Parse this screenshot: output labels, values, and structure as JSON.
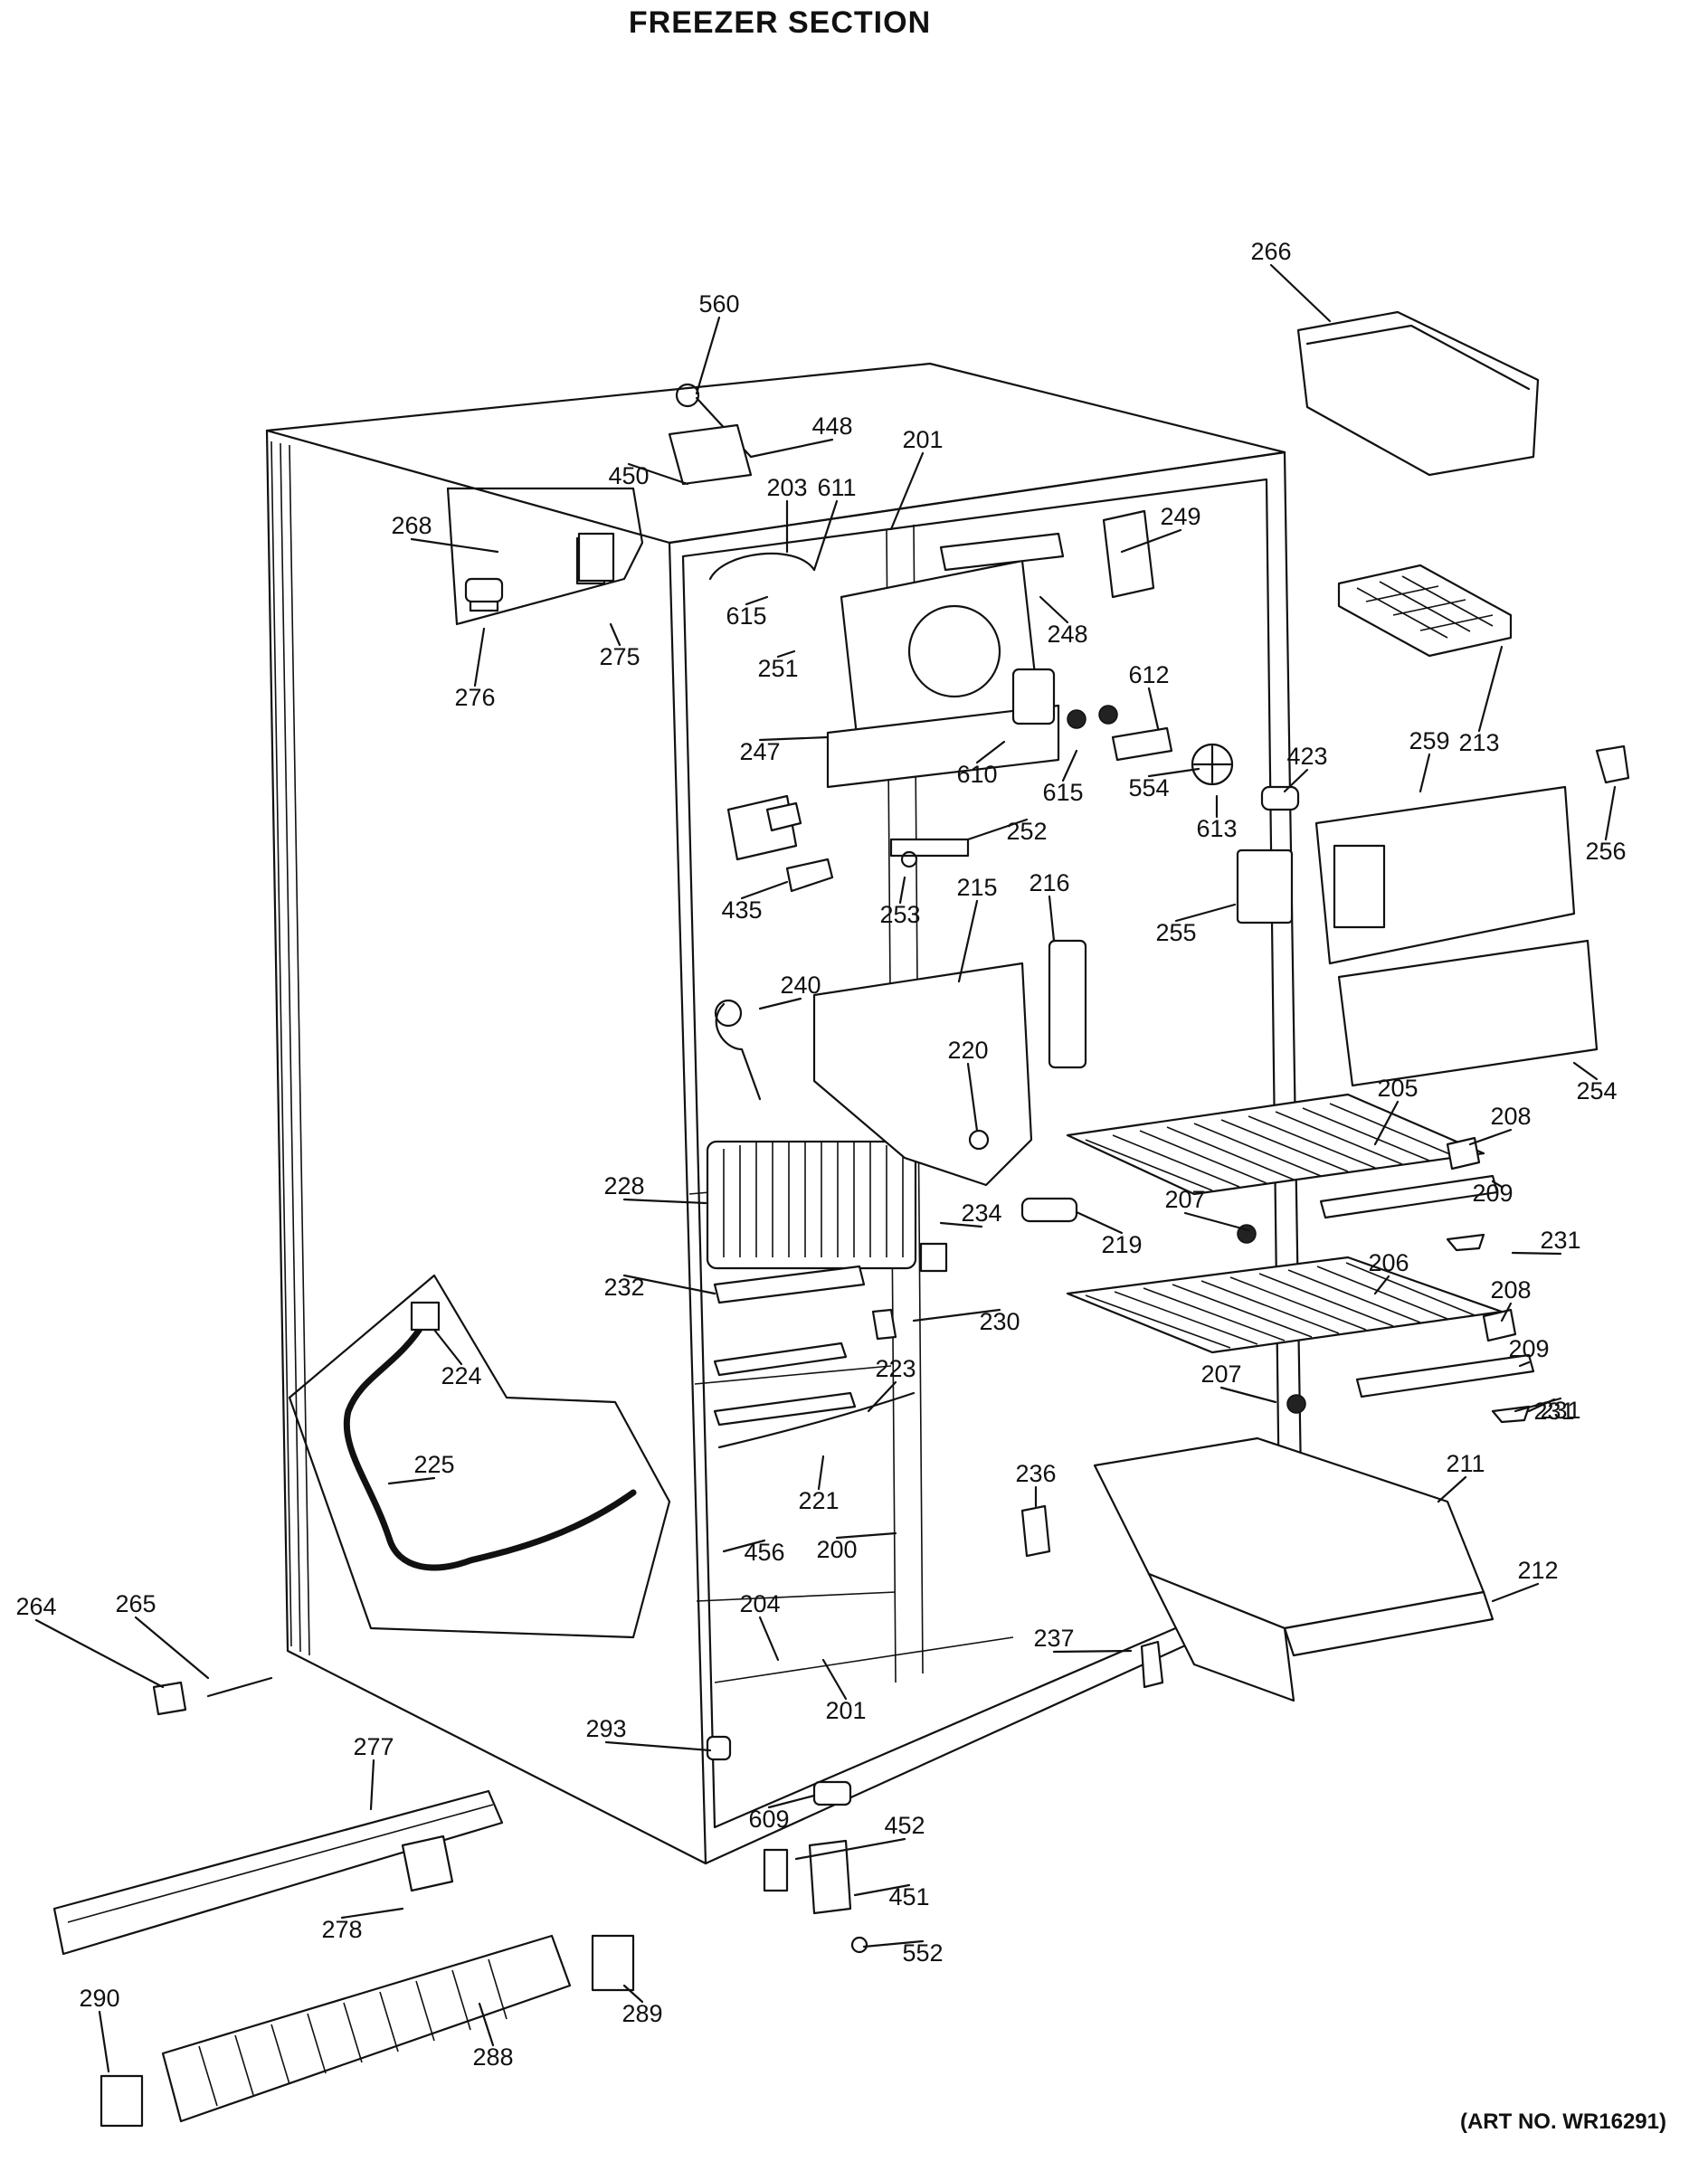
{
  "title": "FREEZER SECTION",
  "art_number": "(ART NO. WR16291)",
  "part_labels": [
    "560",
    "448",
    "450",
    "201",
    "203",
    "611",
    "266",
    "249",
    "268",
    "275",
    "276",
    "615",
    "251",
    "248",
    "247",
    "610",
    "615",
    "612",
    "554",
    "613",
    "423",
    "259",
    "213",
    "256",
    "252",
    "253",
    "435",
    "215",
    "216",
    "255",
    "240",
    "220",
    "254",
    "205",
    "208",
    "228",
    "234",
    "219",
    "207",
    "209",
    "231",
    "232",
    "230",
    "206",
    "208",
    "224",
    "209",
    "223",
    "231",
    "207",
    "231",
    "211",
    "225",
    "221",
    "236",
    "456",
    "200",
    "212",
    "264",
    "265",
    "204",
    "237",
    "201",
    "293",
    "277",
    "609",
    "452",
    "278",
    "451",
    "552",
    "290",
    "289",
    "288"
  ]
}
